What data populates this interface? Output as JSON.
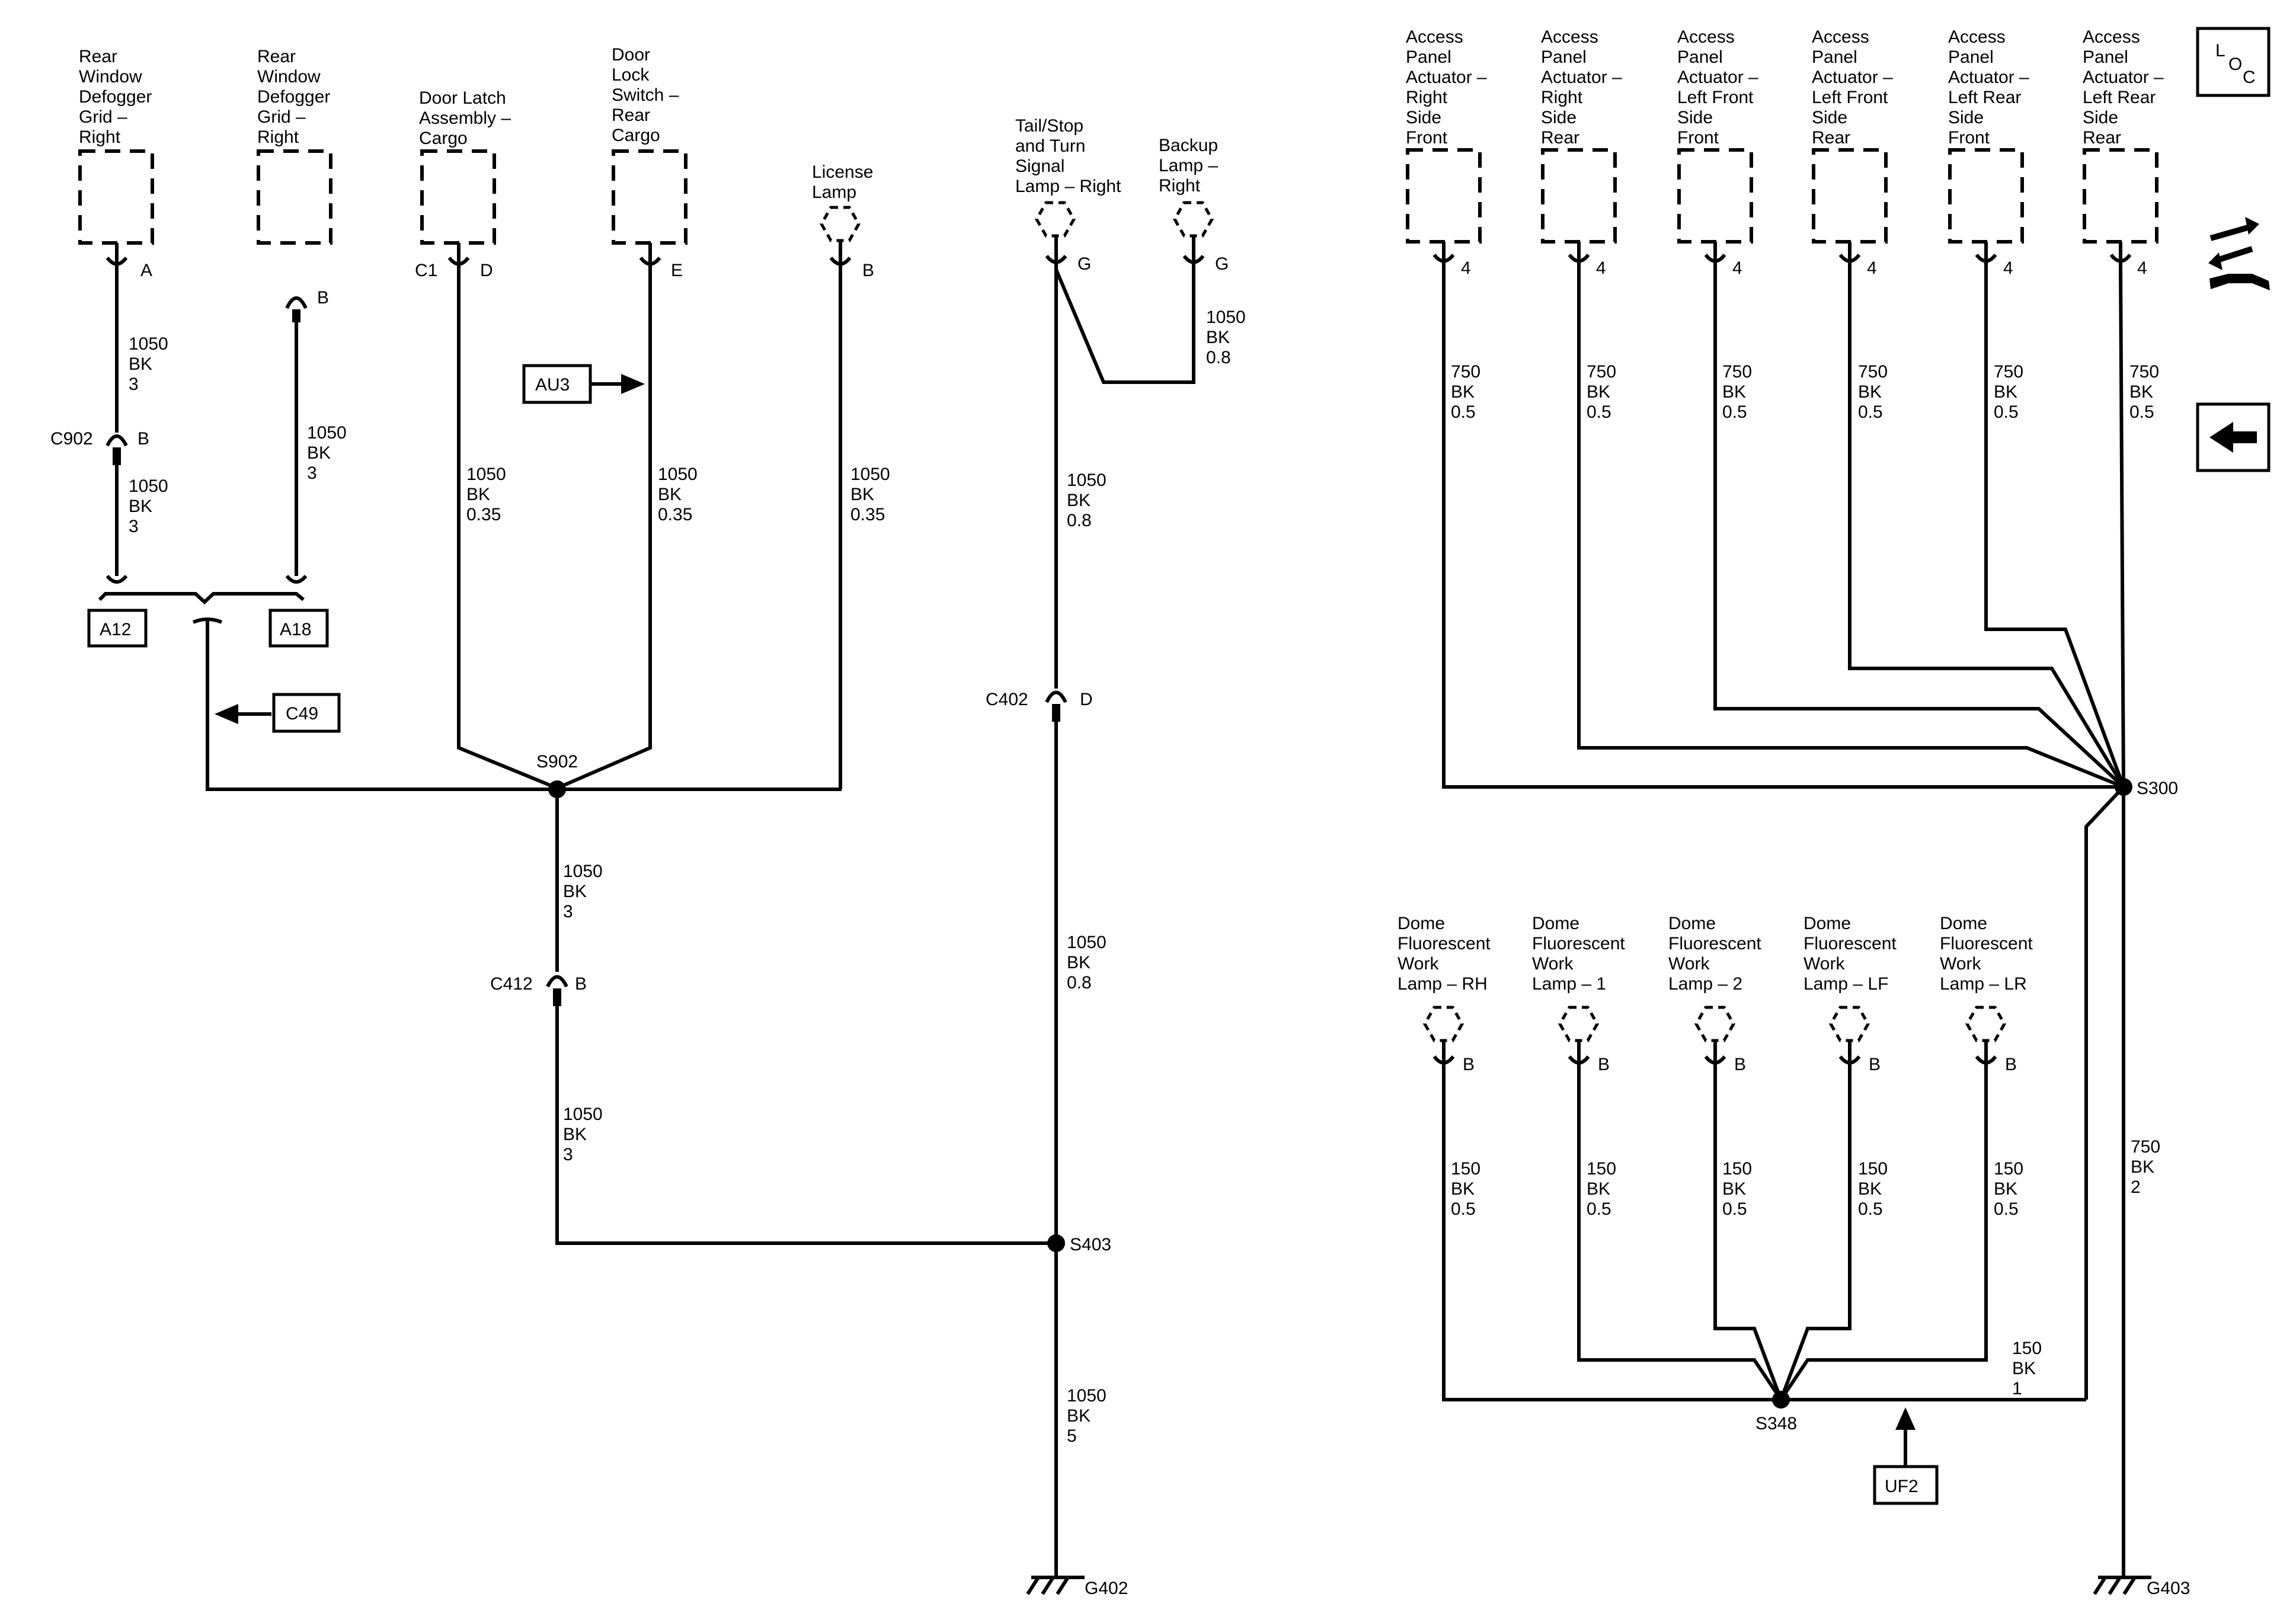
{
  "components": [
    {
      "id": "def1",
      "label": [
        "Rear",
        "Window",
        "Defogger",
        "Grid –",
        "Right"
      ],
      "pin": "A"
    },
    {
      "id": "def2",
      "label": [
        "Rear",
        "Window",
        "Defogger",
        "Grid –",
        "Right"
      ],
      "pin": "B"
    },
    {
      "id": "latch",
      "label": [
        "Door Latch",
        "Assembly –",
        "Cargo"
      ],
      "connector": "C1",
      "pin": "D"
    },
    {
      "id": "lock",
      "label": [
        "Door",
        "Lock",
        "Switch –",
        "Rear",
        "Cargo"
      ],
      "pin": "E"
    },
    {
      "id": "license",
      "label": [
        "License",
        "Lamp"
      ],
      "pin": "B"
    },
    {
      "id": "tail",
      "label": [
        "Tail/Stop",
        "and Turn",
        "Signal",
        "Lamp – Right"
      ],
      "pin": "G"
    },
    {
      "id": "backup",
      "label": [
        "Backup",
        "Lamp –",
        "Right"
      ],
      "pin": "G"
    },
    {
      "id": "ap1",
      "label": [
        "Access",
        "Panel",
        "Actuator –",
        "Right",
        "Side",
        "Front"
      ],
      "pin": "4"
    },
    {
      "id": "ap2",
      "label": [
        "Access",
        "Panel",
        "Actuator –",
        "Right",
        "Side",
        "Rear"
      ],
      "pin": "4"
    },
    {
      "id": "ap3",
      "label": [
        "Access",
        "Panel",
        "Actuator –",
        "Left Front",
        "Side",
        "Front"
      ],
      "pin": "4"
    },
    {
      "id": "ap4",
      "label": [
        "Access",
        "Panel",
        "Actuator –",
        "Left Front",
        "Side",
        "Rear"
      ],
      "pin": "4"
    },
    {
      "id": "ap5",
      "label": [
        "Access",
        "Panel",
        "Actuator –",
        "Left Rear",
        "Side",
        "Front"
      ],
      "pin": "4"
    },
    {
      "id": "ap6",
      "label": [
        "Access",
        "Panel",
        "Actuator –",
        "Left Rear",
        "Side",
        "Rear"
      ],
      "pin": "4"
    },
    {
      "id": "dome1",
      "label": [
        "Dome",
        "Fluorescent",
        "Work",
        "Lamp – RH"
      ],
      "pin": "B"
    },
    {
      "id": "dome2",
      "label": [
        "Dome",
        "Fluorescent",
        "Work",
        "Lamp – 1"
      ],
      "pin": "B"
    },
    {
      "id": "dome3",
      "label": [
        "Dome",
        "Fluorescent",
        "Work",
        "Lamp – 2"
      ],
      "pin": "B"
    },
    {
      "id": "dome4",
      "label": [
        "Dome",
        "Fluorescent",
        "Work",
        "Lamp – LF"
      ],
      "pin": "B"
    },
    {
      "id": "dome5",
      "label": [
        "Dome",
        "Fluorescent",
        "Work",
        "Lamp – LR"
      ],
      "pin": "B"
    }
  ],
  "wires": [
    {
      "id": "w_def1_top",
      "lines": [
        "1050",
        "BK",
        "3"
      ]
    },
    {
      "id": "w_def1_bot",
      "lines": [
        "1050",
        "BK",
        "3"
      ]
    },
    {
      "id": "w_def2",
      "lines": [
        "1050",
        "BK",
        "3"
      ]
    },
    {
      "id": "w_latch",
      "lines": [
        "1050",
        "BK",
        "0.35"
      ]
    },
    {
      "id": "w_lock",
      "lines": [
        "1050",
        "BK",
        "0.35"
      ]
    },
    {
      "id": "w_license",
      "lines": [
        "1050",
        "BK",
        "0.35"
      ]
    },
    {
      "id": "w_backup",
      "lines": [
        "1050",
        "BK",
        "0.8"
      ]
    },
    {
      "id": "w_tail_top",
      "lines": [
        "1050",
        "BK",
        "0.8"
      ]
    },
    {
      "id": "w_tail_mid",
      "lines": [
        "1050",
        "BK",
        "0.8"
      ]
    },
    {
      "id": "w_s902_top",
      "lines": [
        "1050",
        "BK",
        "3"
      ]
    },
    {
      "id": "w_s902_bot",
      "lines": [
        "1050",
        "BK",
        "3"
      ]
    },
    {
      "id": "w_g402",
      "lines": [
        "1050",
        "BK",
        "5"
      ]
    },
    {
      "id": "w_ap1",
      "lines": [
        "750",
        "BK",
        "0.5"
      ]
    },
    {
      "id": "w_ap2",
      "lines": [
        "750",
        "BK",
        "0.5"
      ]
    },
    {
      "id": "w_ap3",
      "lines": [
        "750",
        "BK",
        "0.5"
      ]
    },
    {
      "id": "w_ap4",
      "lines": [
        "750",
        "BK",
        "0.5"
      ]
    },
    {
      "id": "w_ap5",
      "lines": [
        "750",
        "BK",
        "0.5"
      ]
    },
    {
      "id": "w_ap6",
      "lines": [
        "750",
        "BK",
        "0.5"
      ]
    },
    {
      "id": "w_dome1",
      "lines": [
        "150",
        "BK",
        "0.5"
      ]
    },
    {
      "id": "w_dome2",
      "lines": [
        "150",
        "BK",
        "0.5"
      ]
    },
    {
      "id": "w_dome3",
      "lines": [
        "150",
        "BK",
        "0.5"
      ]
    },
    {
      "id": "w_dome4",
      "lines": [
        "150",
        "BK",
        "0.5"
      ]
    },
    {
      "id": "w_dome5",
      "lines": [
        "150",
        "BK",
        "0.5"
      ]
    },
    {
      "id": "w_s348",
      "lines": [
        "150",
        "BK",
        "1"
      ]
    },
    {
      "id": "w_g403",
      "lines": [
        "750",
        "BK",
        "2"
      ]
    }
  ],
  "connectors": {
    "c902": "C902",
    "c902_pin": "B",
    "c412": "C412",
    "c412_pin": "B",
    "c402": "C402",
    "c402_pin": "D"
  },
  "splices": {
    "s902": "S902",
    "s403": "S403",
    "s300": "S300",
    "s348": "S348"
  },
  "grounds": {
    "g402": "G402",
    "g403": "G403"
  },
  "refs": {
    "a12": "A12",
    "a18": "A18",
    "c49": "C49",
    "au3": "AU3",
    "uf2": "UF2"
  },
  "nav": {
    "loc_l": "L",
    "loc_o": "O",
    "loc_c": "C"
  }
}
